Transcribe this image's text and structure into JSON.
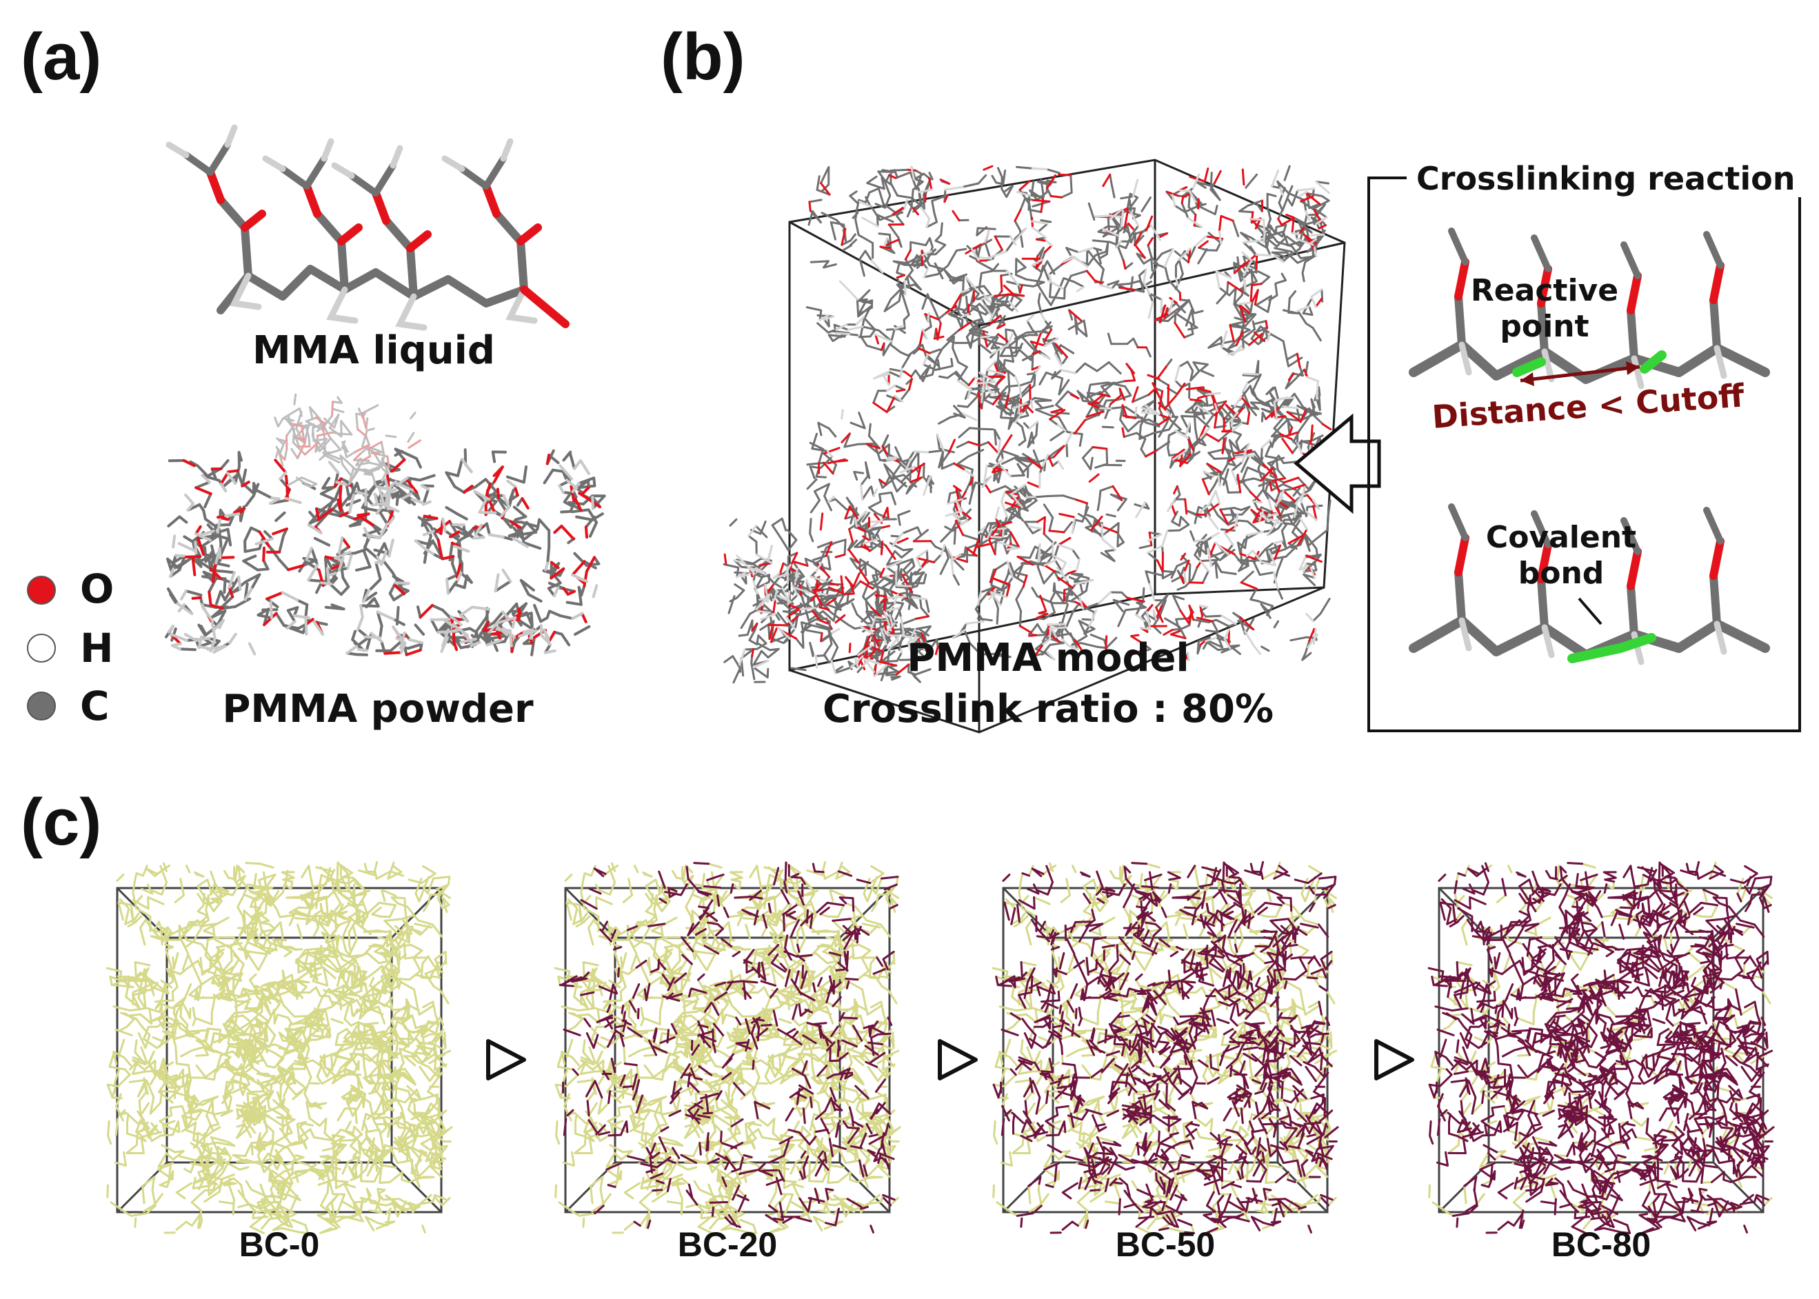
{
  "panels": {
    "a": {
      "label": "(a)",
      "mma_caption": "MMA liquid",
      "pmma_caption": "PMMA powder",
      "legend": [
        {
          "symbol": "O",
          "color": "#e3121b"
        },
        {
          "symbol": "H",
          "color": "#ffffff"
        },
        {
          "symbol": "C",
          "color": "#707070"
        }
      ]
    },
    "b": {
      "label": "(b)",
      "model_caption": "PMMA model",
      "ratio_caption": "Crosslink ratio : 80%",
      "box_title": "Crosslinking reaction",
      "reactive_point": "Reactive point",
      "distance_condition": "Distance < Cutoff",
      "covalent_bond": "Covalent bond"
    },
    "c": {
      "label": "(c)",
      "stages": [
        "BC-0",
        "BC-20",
        "BC-50",
        "BC-80"
      ]
    }
  },
  "colors": {
    "oxygen": "#e3121b",
    "carbon": "#707070",
    "hydrogen": "#f2f2f2",
    "highlight": "#37d437",
    "cutoff_text": "#7a0e0e",
    "uncrosslinked": "#d6d98a",
    "crosslinked": "#6e1340"
  }
}
